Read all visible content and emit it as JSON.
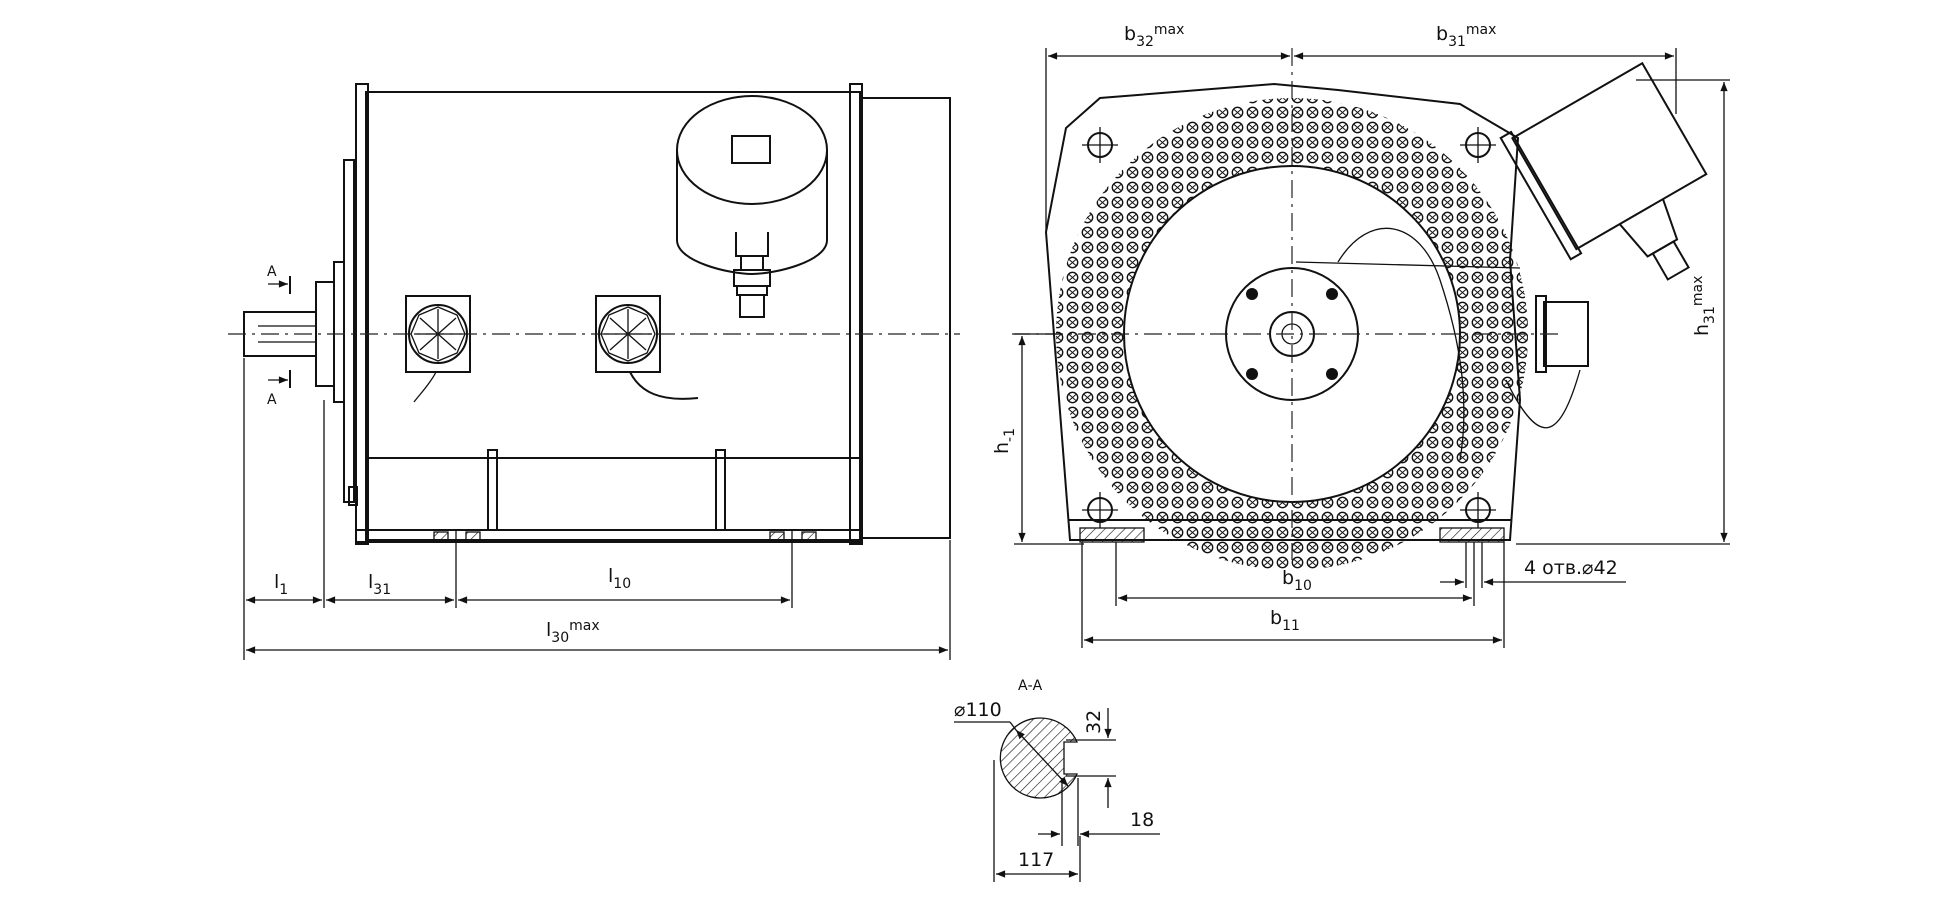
{
  "labels": {
    "l1": "l",
    "l1_sub": "1",
    "l31": "l",
    "l31_sub": "31",
    "l10": "l",
    "l10_sub": "10",
    "l30": "l",
    "l30_sub": "30",
    "l30_sup": "max",
    "b32": "b",
    "b32_sub": "32",
    "b32_sup": "max",
    "b31": "b",
    "b31_sub": "31",
    "b31_sup": "max",
    "h31": "h",
    "h31_sub": "31",
    "h31_sup": "max",
    "h1": "h",
    "h1_sub": "-1",
    "b10": "b",
    "b10_sub": "10",
    "b11": "b",
    "b11_sub": "11",
    "holes": "4 отв.⌀42",
    "sectionA_top": "А",
    "sectionA_bottom": "А",
    "section_title": "А-А",
    "dia110": "⌀110",
    "d32": "32",
    "d18": "18",
    "d117": "117"
  }
}
